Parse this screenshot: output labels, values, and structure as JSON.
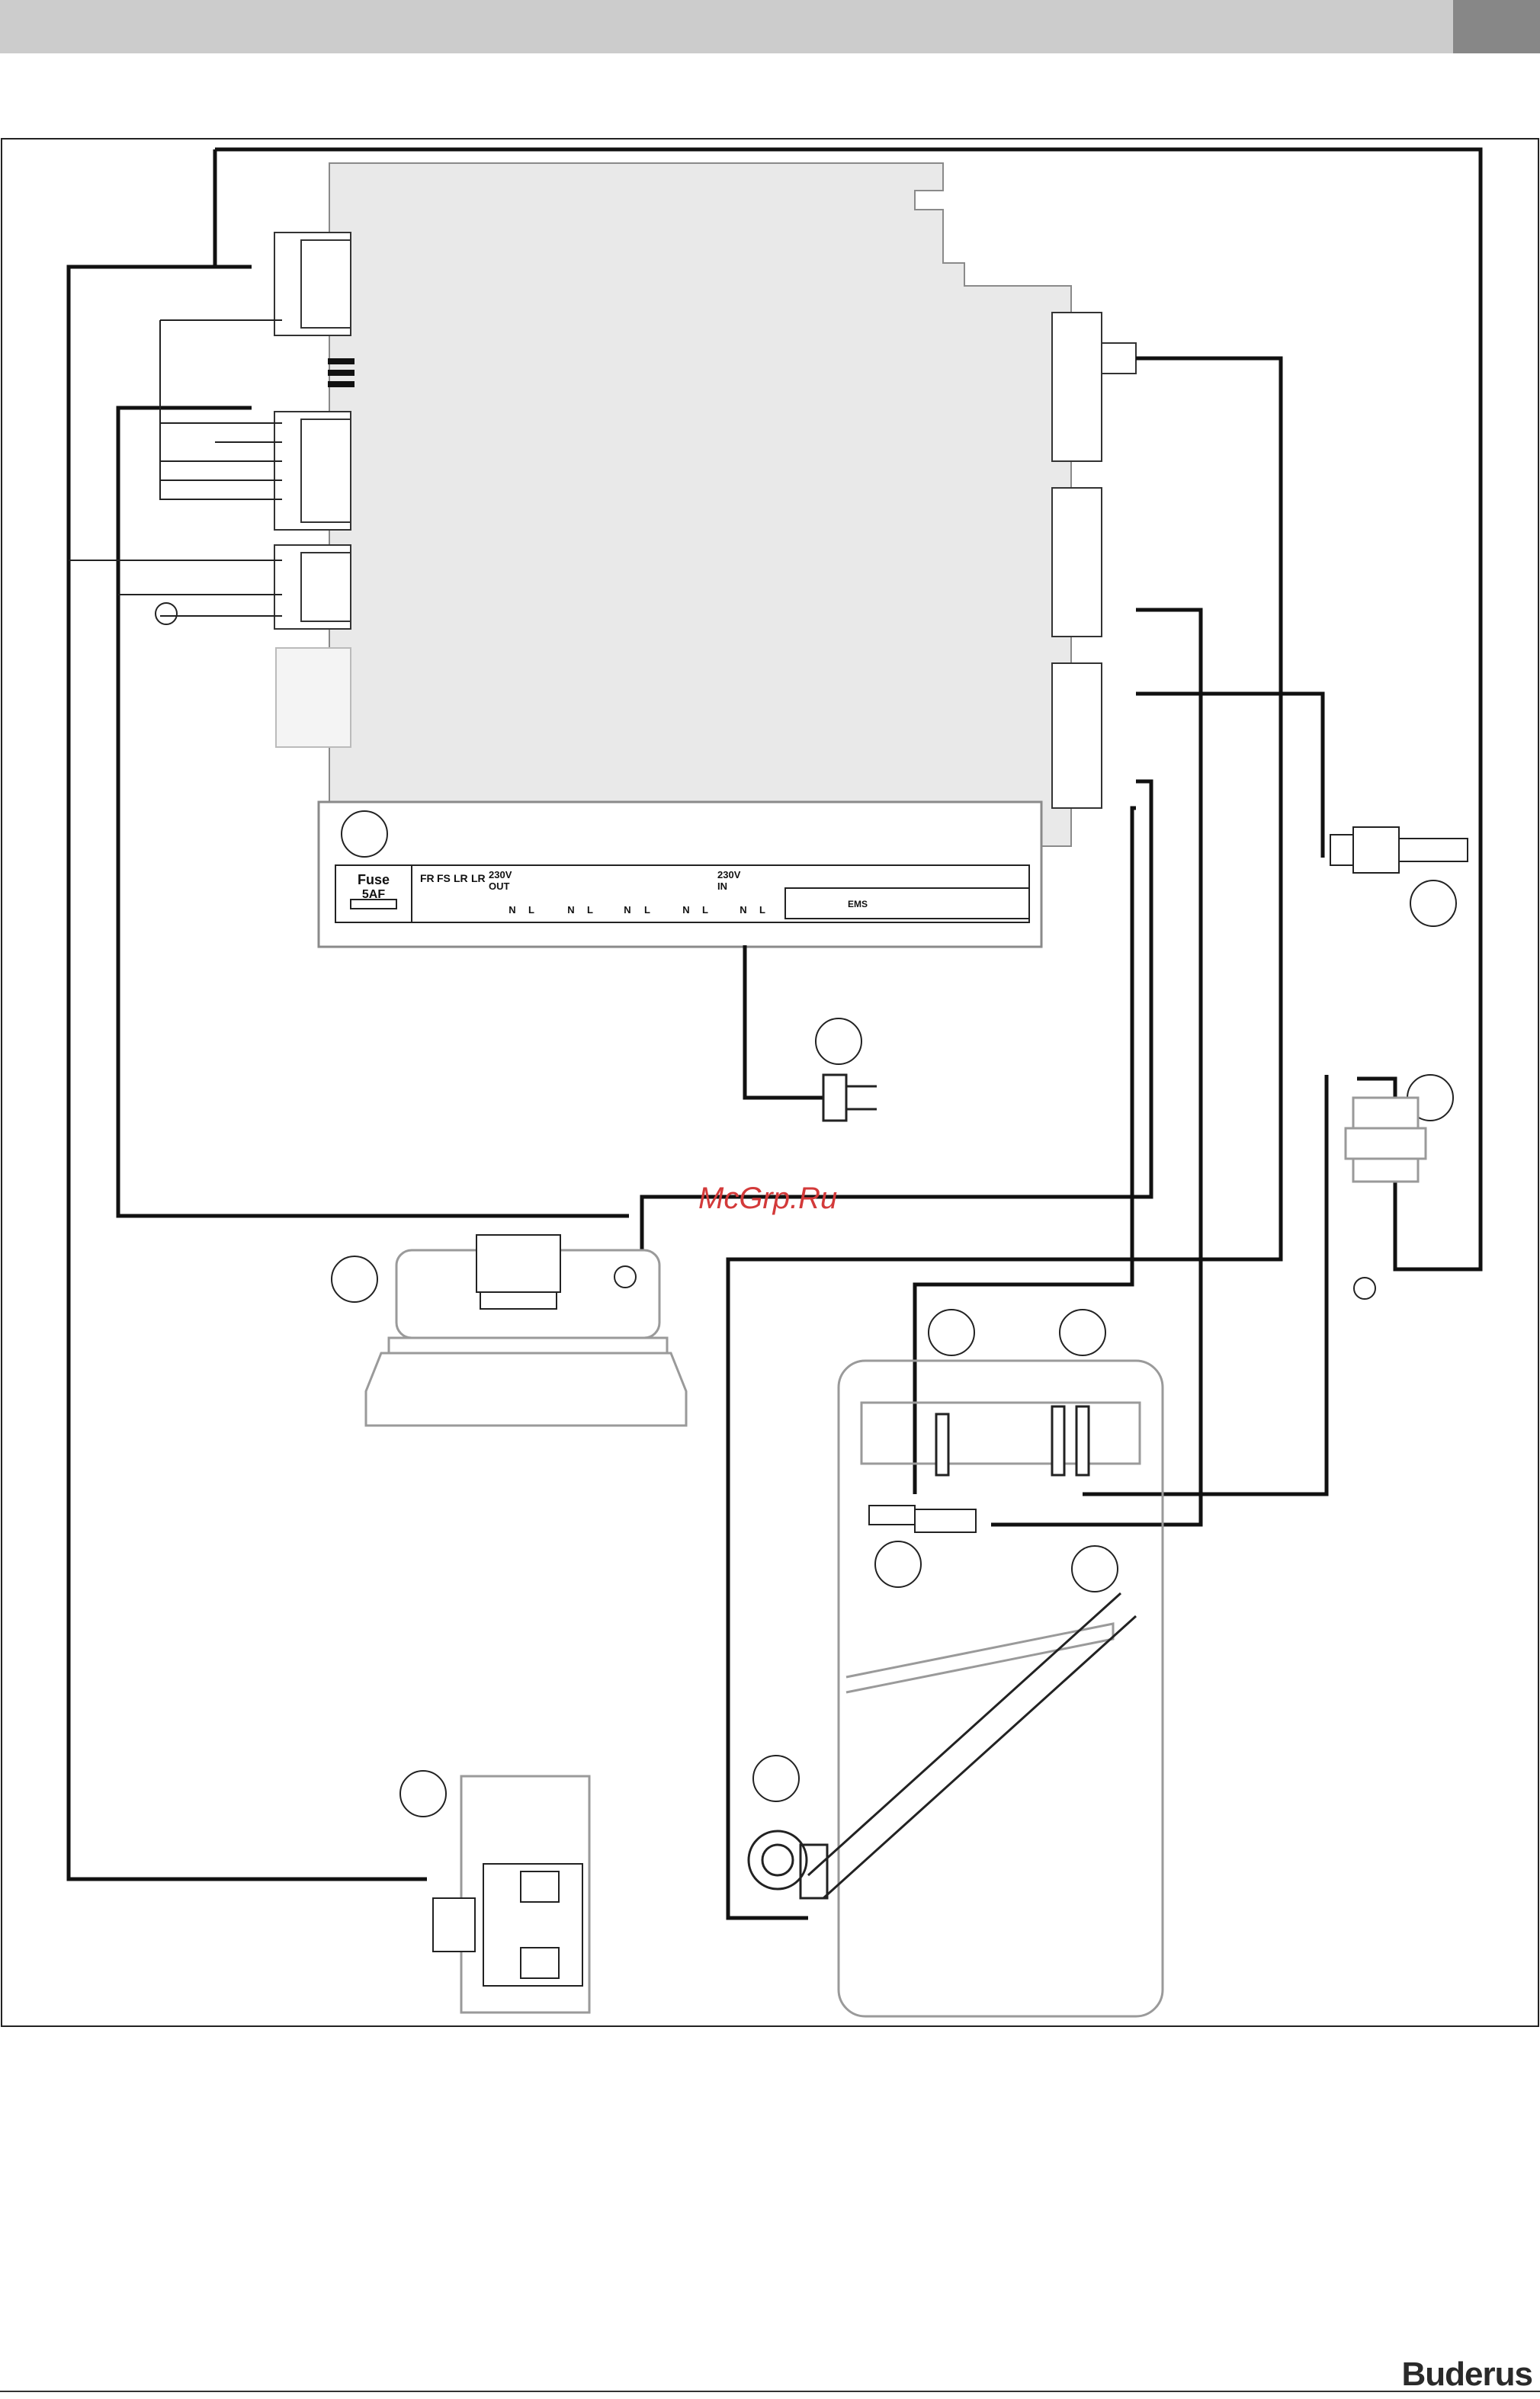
{
  "watermark": "McGrp.Ru",
  "brand": "Buderus",
  "terminal_strip": {
    "fuse_label": "Fuse",
    "fuse_rating": "5AF",
    "codes": [
      "FR",
      "FS",
      "LR",
      "LR"
    ],
    "out_label": "230V",
    "out_sub": "OUT",
    "in_label": "230V",
    "in_sub": "IN",
    "pins_row": [
      "N",
      "L",
      "N",
      "L",
      "N",
      "L",
      "N",
      "L",
      "N",
      "L",
      "N",
      "L"
    ],
    "ems_label": "EMS"
  },
  "colors": {
    "wire": "#111111",
    "board_fill": "#e9e9e9",
    "component_outline": "#9a9a9a",
    "header_bar": "#cccccc",
    "header_tab": "#878787",
    "watermark": "#d33a3a"
  }
}
